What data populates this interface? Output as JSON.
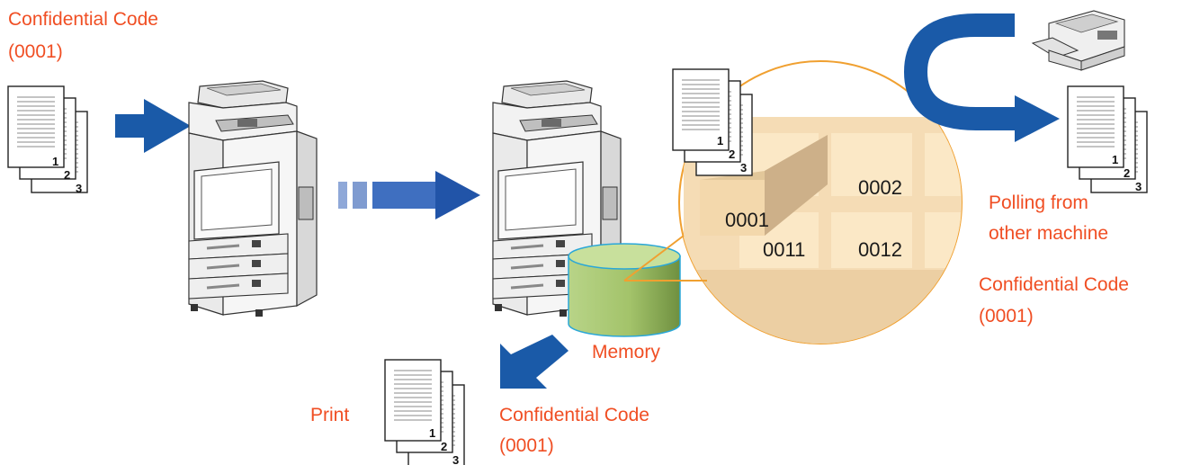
{
  "labels": {
    "top_code_title": "Confidential Code",
    "top_code_value": "(0001)",
    "polling_line1": "Polling from",
    "polling_line2": "other machine",
    "right_code_title": "Confidential Code",
    "right_code_value": "(0001)",
    "memory": "Memory",
    "print": "Print",
    "bottom_code_title": "Confidential Code",
    "bottom_code_value": "(0001)"
  },
  "mailbox_codes": [
    "0001",
    "0002",
    "0011",
    "0012"
  ],
  "page_numbers": [
    "1",
    "2",
    "3"
  ],
  "colors": {
    "label_text": "#f04e23",
    "arrow_blue": "#1a5aa8",
    "memory_green": "#a9c772",
    "memory_rim": "#2aa7d8",
    "zoom_circle": "#f0a030",
    "mailbox_fill": "#f5d9ad"
  },
  "icons": [
    "document-stack-icon",
    "copier-machine-icon",
    "memory-cylinder-icon",
    "arrow-right-icon",
    "u-turn-arrow-icon",
    "fax-machine-icon"
  ]
}
